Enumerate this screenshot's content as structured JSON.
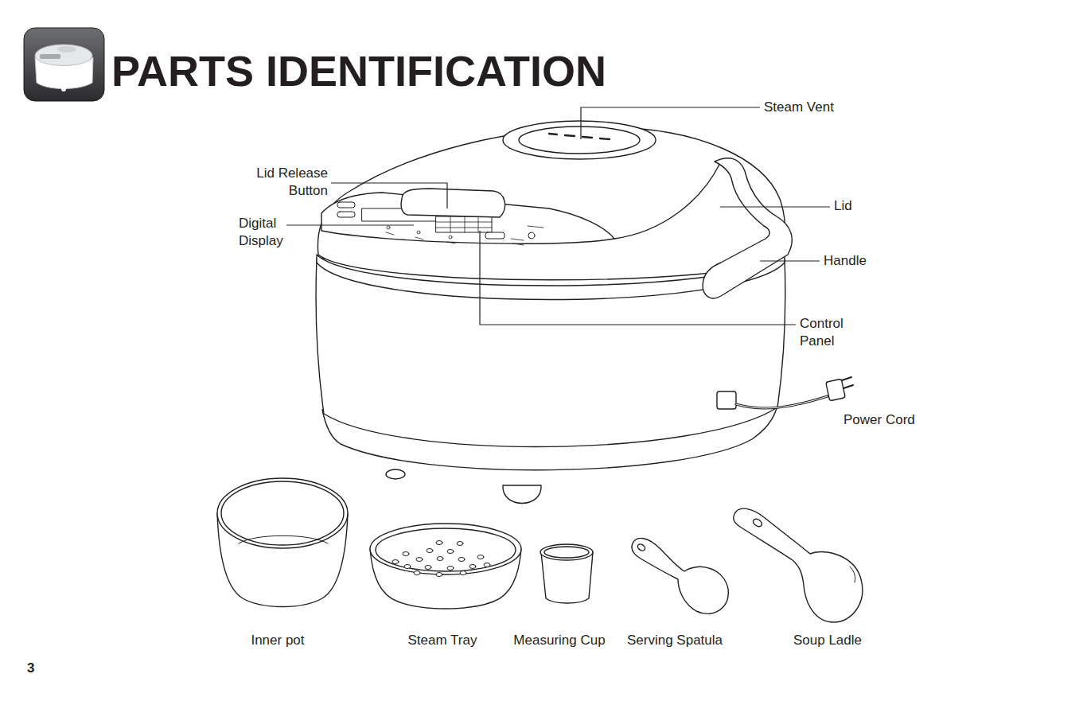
{
  "diagram": {
    "title": "PARTS IDENTIFICATION",
    "labels": [
      "Steam Vent",
      "Lid Release Button",
      "Lid",
      "Digital Display",
      "Handle",
      "Control Panel",
      "Power Cord",
      "Inner pot",
      "Steam Tray",
      "Measuring Cup",
      "Serving Spatula",
      "Soup Ladle",
      "3"
    ]
  }
}
